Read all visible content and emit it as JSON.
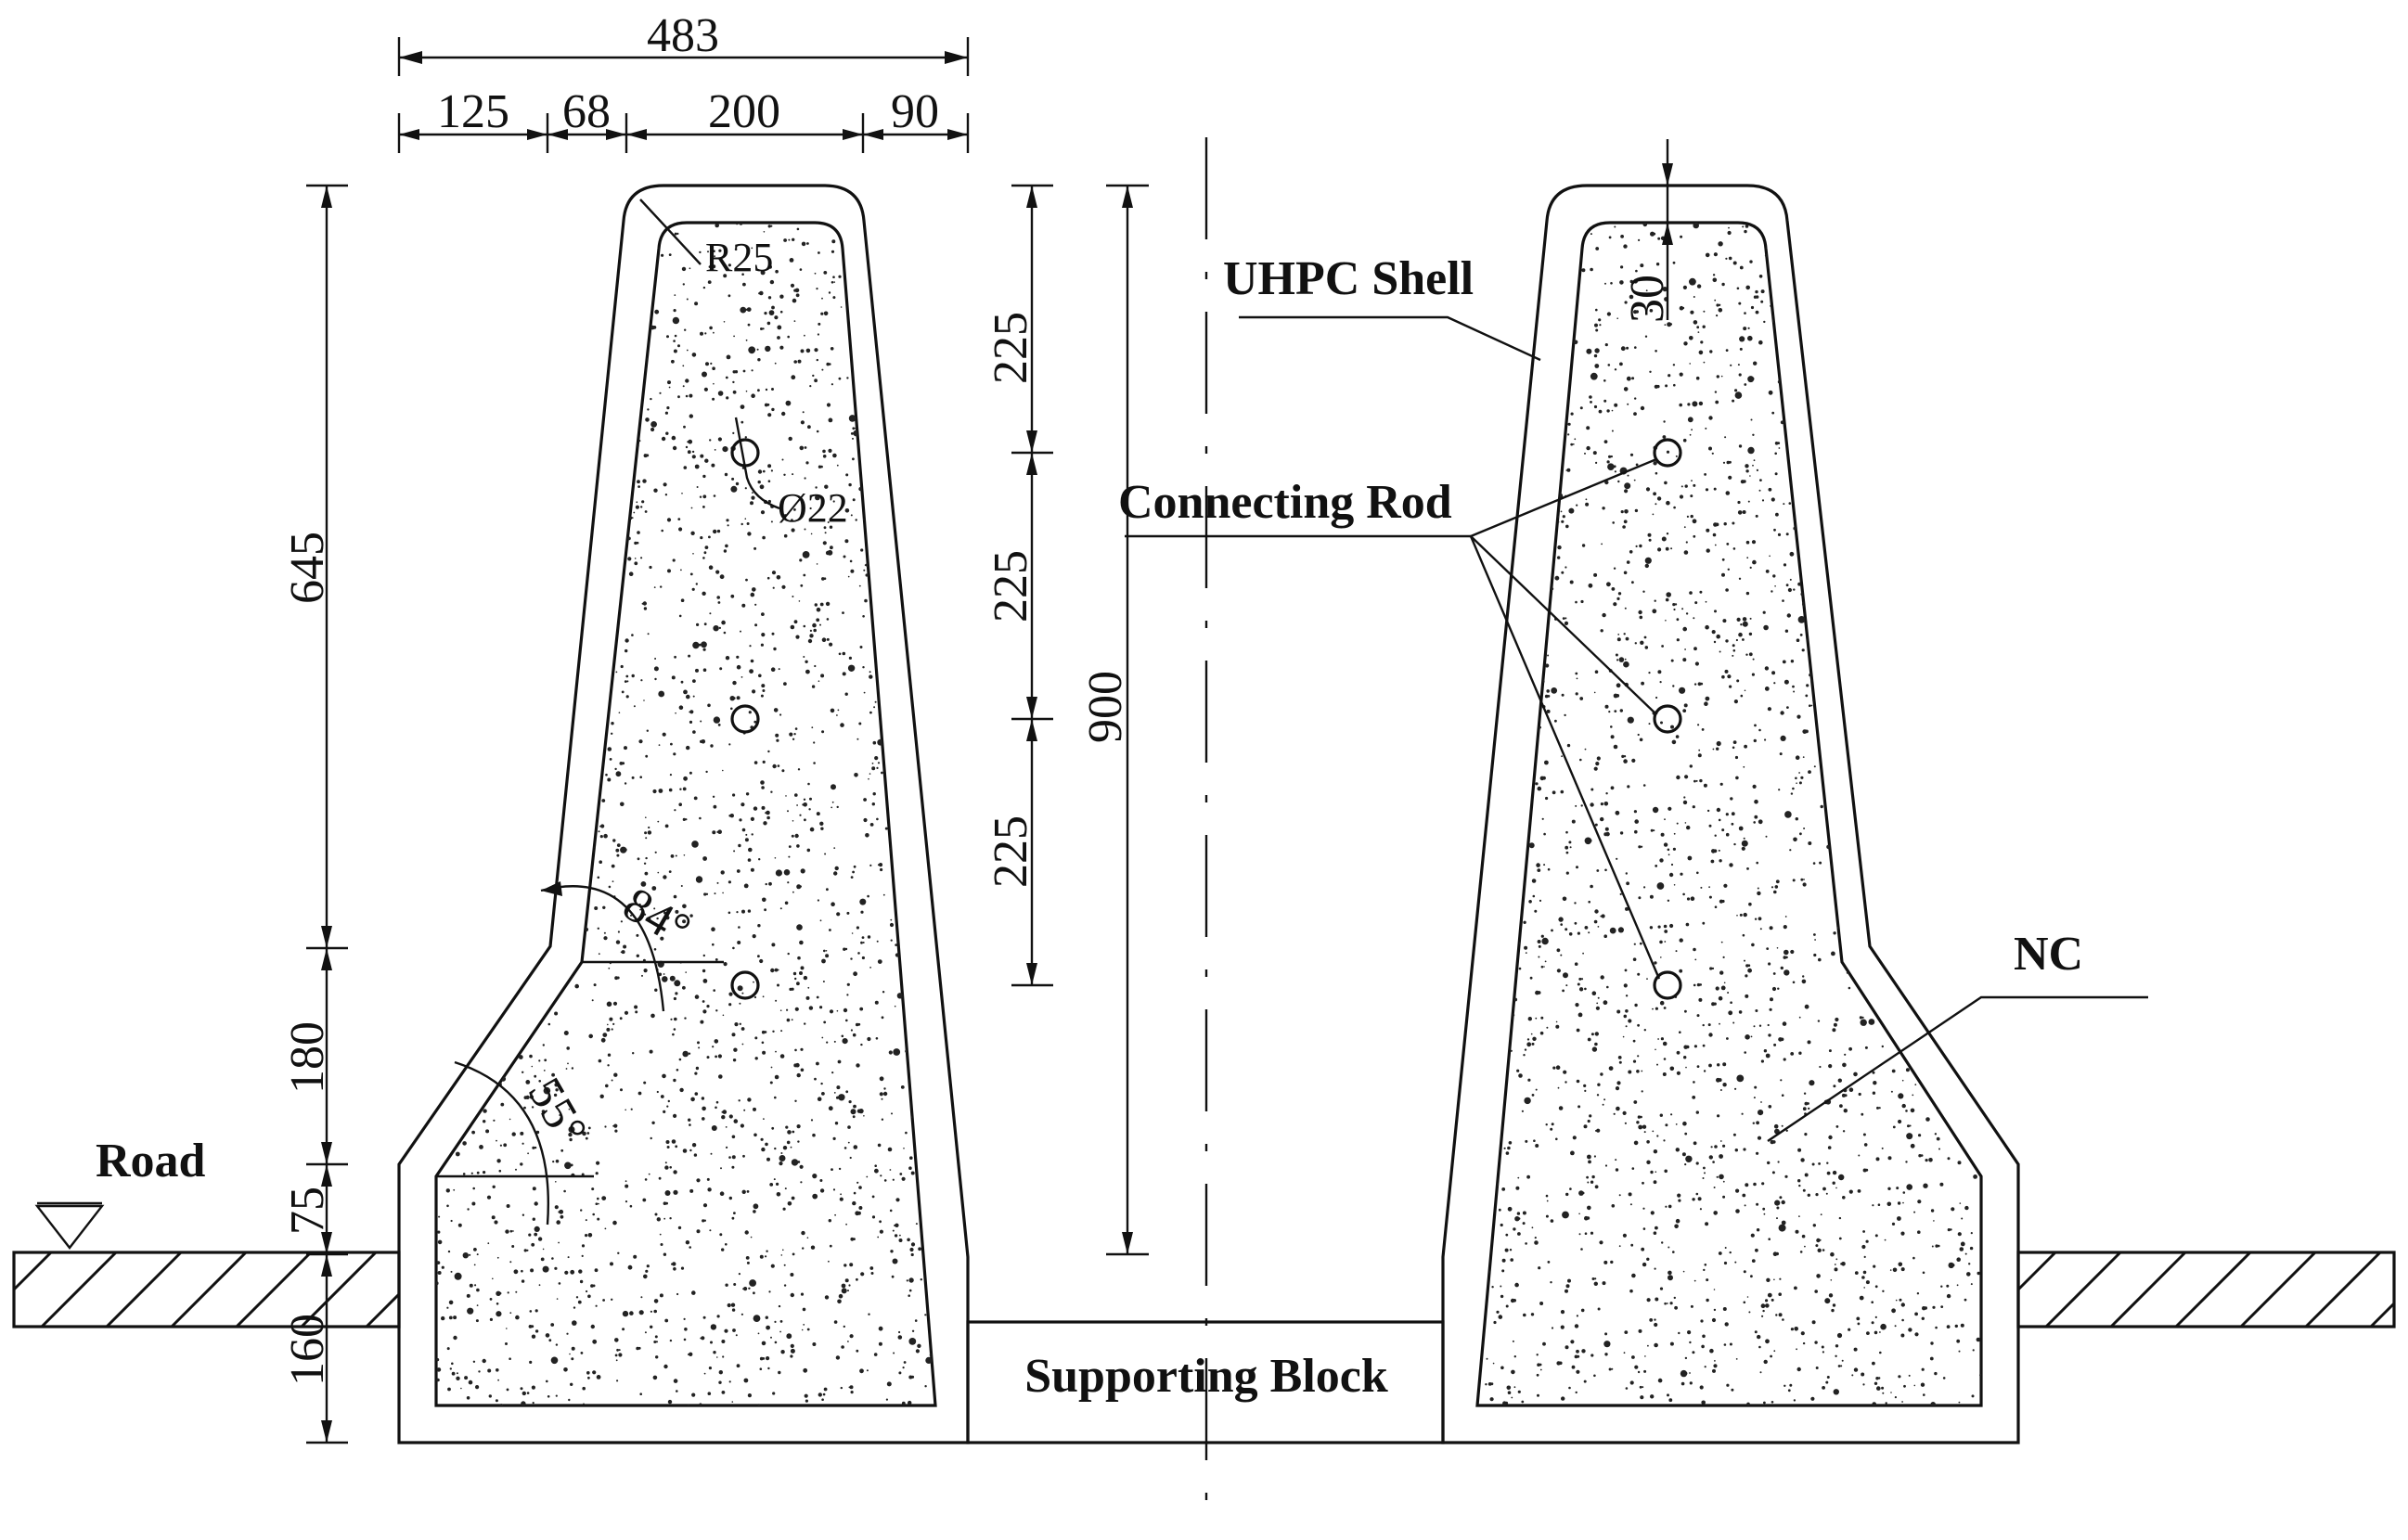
{
  "dimensions": {
    "top_total": "483",
    "top_parts": [
      "125",
      "68",
      "200",
      "90"
    ],
    "left_heights": [
      "645",
      "180",
      "75",
      "160"
    ],
    "rod_spacing": [
      "225",
      "225",
      "225"
    ],
    "center_height": "900",
    "top_thickness": "30",
    "radius": "R25",
    "rod_diameter": "Ø22",
    "angle_upper": "84°",
    "angle_lower": "55°"
  },
  "labels": {
    "road": "Road",
    "uhpc_shell": "UHPC  Shell",
    "connecting_rod": "Connecting Rod",
    "nc": "NC",
    "supporting_block": "Supporting Block"
  },
  "colors": {
    "line": "#111111",
    "fill": "#ffffff",
    "speckle": "#222222"
  }
}
